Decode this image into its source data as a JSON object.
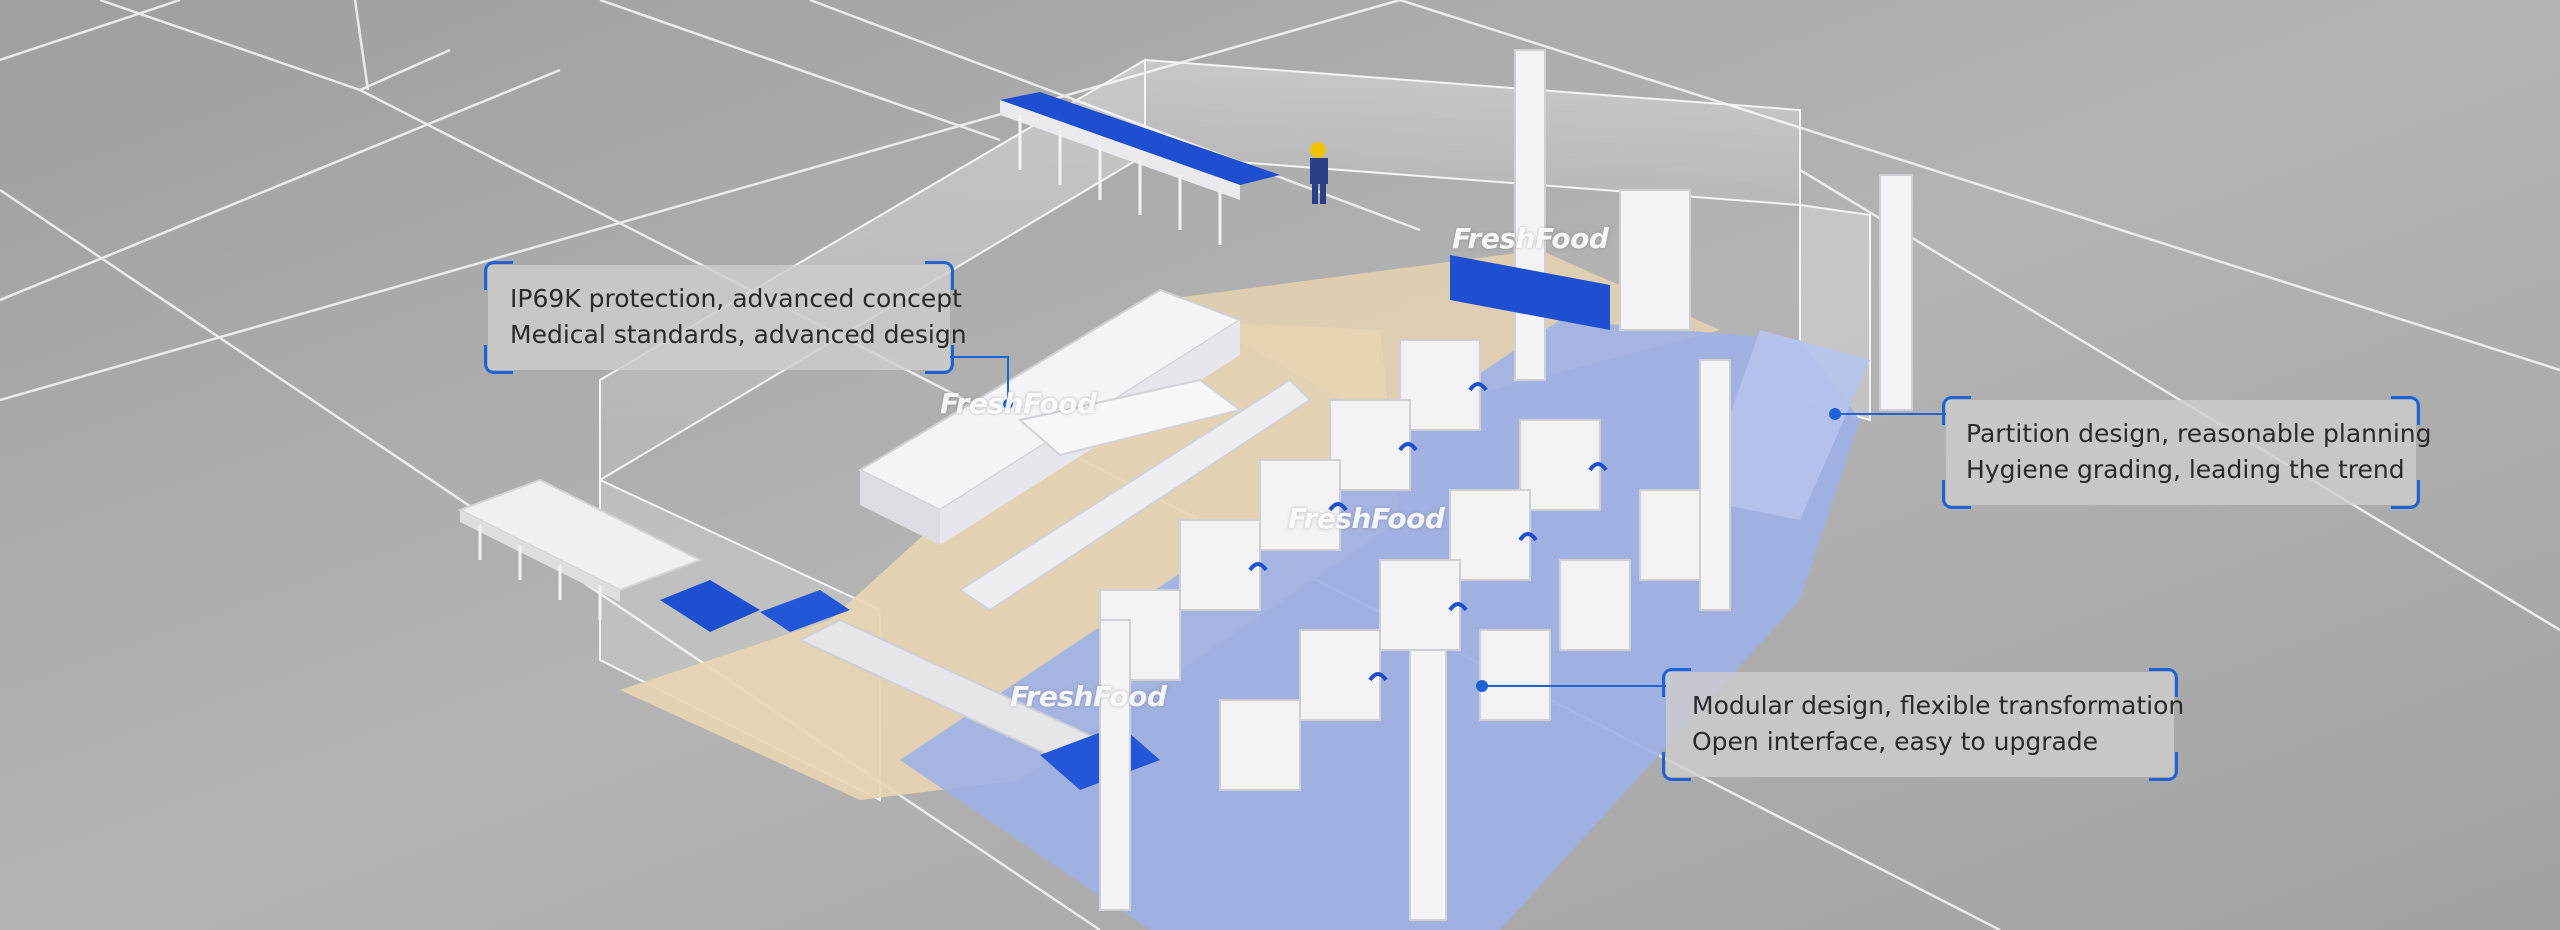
{
  "callouts": [
    {
      "line1": "IP69K protection, advanced concept",
      "line2": "Medical standards, advanced design"
    },
    {
      "line1": "Partition design, reasonable planning",
      "line2": "Hygiene grading, leading the trend"
    },
    {
      "line1": "Modular design, flexible transformation",
      "line2": "Open interface, easy to upgrade"
    }
  ],
  "watermarks": [
    "FreshFood",
    "FreshFood",
    "FreshFood",
    "FreshFood"
  ],
  "colors": {
    "accent": "#1d63d6",
    "background": "#a9a9a9",
    "floor_tan": "#e8d6b4",
    "floor_blue": "#9fb0e6"
  }
}
